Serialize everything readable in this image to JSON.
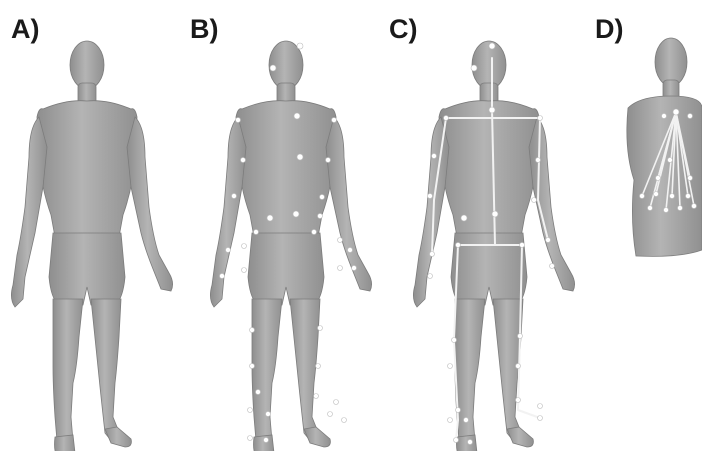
{
  "panels": [
    {
      "label": "A)"
    },
    {
      "label": "B)"
    },
    {
      "label": "C)"
    },
    {
      "label": "D)"
    }
  ],
  "colors": {
    "body_fill": "#a8a8a8",
    "body_shade": "#8c8c8c",
    "marker": "#ffffff",
    "skeleton_line": "#f2f2f2",
    "label": "#1a1a1a"
  }
}
